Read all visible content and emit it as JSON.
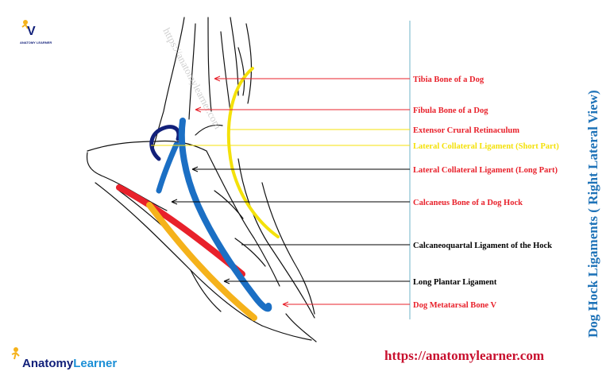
{
  "labels": [
    {
      "text": "Tibia Bone of a Dog",
      "color": "#e8212b"
    },
    {
      "text": "Fibula Bone of a Dog",
      "color": "#e8212b"
    },
    {
      "text": "Extensor Crural Retinaculum",
      "color": "#e8212b"
    },
    {
      "text": "Lateral Collateral Ligament (Short Part)",
      "color": "#f4e10a"
    },
    {
      "text": "Lateral Collateral Ligament (Long Part)",
      "color": "#e8212b"
    },
    {
      "text": "Calcaneus Bone of a Dog Hock",
      "color": "#e8212b"
    },
    {
      "text": "Calcaneoquartal  Ligament of the  Hock",
      "color": "#000000"
    },
    {
      "text": "Long Plantar Ligament",
      "color": "#000000"
    },
    {
      "text": "Dog Metatarsal Bone  V",
      "color": "#e8212b"
    }
  ],
  "side_title": "Dog  Hock Ligaments  ( Right  Lateral View)",
  "url": "https://anatomylearner.com",
  "watermark": "https://anatomylearner.com",
  "brand": {
    "anatomy": "Anatomy",
    "learner": "Learner",
    "small": "ANATOMY LEARNER"
  },
  "colors": {
    "red": "#e8212b",
    "yellow": "#f4e10a",
    "blue": "#1b6fc4",
    "navy": "#12207a",
    "orange": "#f5b21b",
    "title_blue": "#1f73b8",
    "divider": "#6fb3c8",
    "url_red": "#c8102e"
  }
}
